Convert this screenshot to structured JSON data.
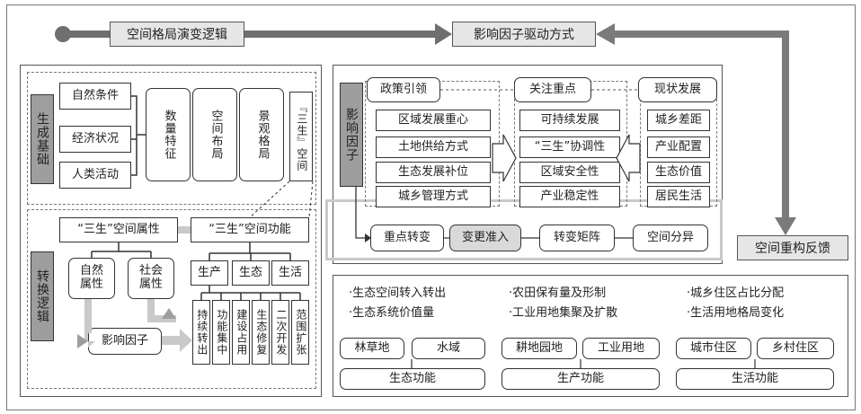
{
  "top": {
    "logic_label": "空间格局演变逻辑",
    "driver_label": "影响因子驱动方式",
    "feedback_label": "空间重构反馈"
  },
  "left": {
    "base_title": "生成基础",
    "base_items": [
      "自然条件",
      "经济状况",
      "人类活动"
    ],
    "features": [
      "数量特征",
      "空间布局",
      "景观格局"
    ],
    "three_life_space_top": "『三生』",
    "three_life_space_bottom": "空间",
    "transform_title": "转换逻辑",
    "attribute_title": "“三生”空间属性",
    "function_title": "“三生”空间功能",
    "natural_attr": "自然属性",
    "social_attr": "社会属性",
    "influence_factor": "影响因子",
    "functions": [
      "生产",
      "生态",
      "生活"
    ],
    "transform_types": [
      "持续转出",
      "功能集中",
      "建设占用",
      "生态修复",
      "二次开发",
      "范围扩张"
    ]
  },
  "right_top": {
    "factor_title": "影响因子",
    "policy_title": "政策引领",
    "policy_items": [
      "区域发展重心",
      "土地供给方式",
      "生态发展补位",
      "城乡管理方式"
    ],
    "focus_title": "关注重点",
    "focus_items": [
      "可持续发展",
      "“三生”协调性",
      "区域安全性",
      "产业稳定性"
    ],
    "status_title": "现状发展",
    "status_items": [
      "城乡差距",
      "产业配置",
      "生态价值",
      "居民生活"
    ],
    "modes": [
      "重点转变",
      "变更准入",
      "转变矩阵",
      "空间分异"
    ]
  },
  "right_bottom": {
    "columns": [
      {
        "bullets": [
          "·生态空间转入转出",
          "·生态系统价值量"
        ],
        "types": [
          "林草地",
          "水域"
        ],
        "function": "生态功能"
      },
      {
        "bullets": [
          "·农田保有量及形制",
          "·工业用地集聚及扩散"
        ],
        "types": [
          "耕地园地",
          "工业用地"
        ],
        "function": "生产功能"
      },
      {
        "bullets": [
          "·城乡住区占比分配",
          "·生活用地格局变化"
        ],
        "types": [
          "城市住区",
          "乡村住区"
        ],
        "function": "生活功能"
      }
    ]
  },
  "colors": {
    "arrow_dark": "#7a7a7a",
    "light_gray": "#d9d9d9",
    "mid_gray": "#9e9e9e"
  }
}
